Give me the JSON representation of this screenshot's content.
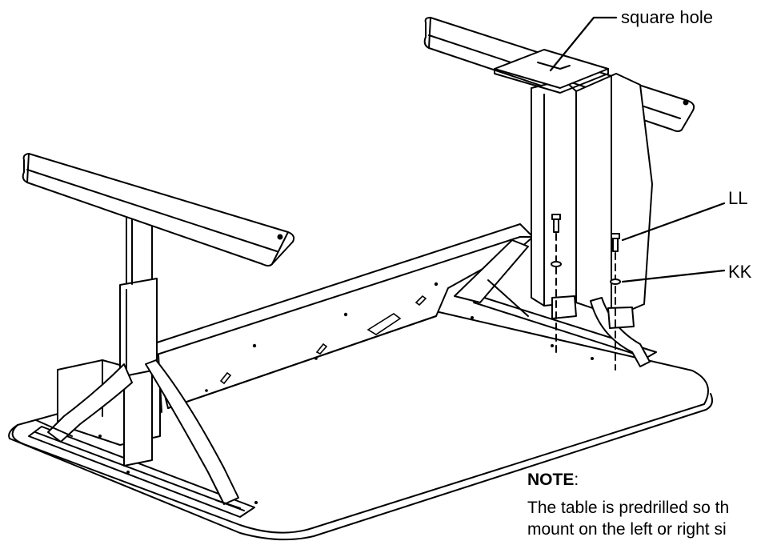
{
  "labels": {
    "square_hole": "square hole",
    "ll": "LL",
    "kk": "KK"
  },
  "note": {
    "title": "NOTE",
    "colon": ":",
    "line1": "The table is predrilled so th",
    "line2": "mount on the left or right si"
  },
  "colors": {
    "ink": "#000000",
    "paper": "#ffffff"
  }
}
